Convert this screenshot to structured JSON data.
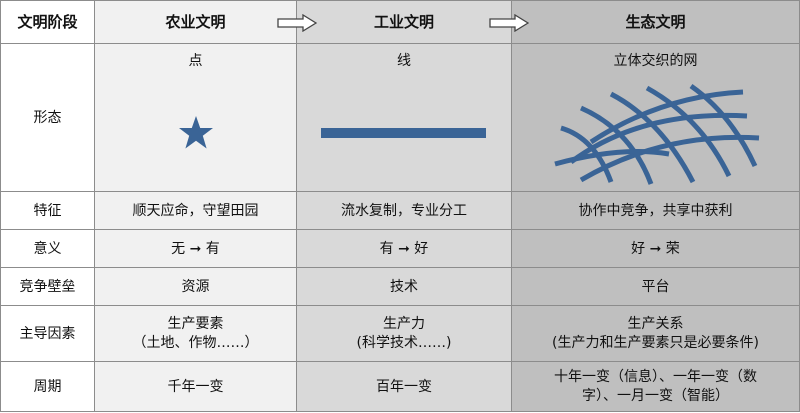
{
  "header": {
    "col0": "文明阶段",
    "col1": "农业文明",
    "col2": "工业文明",
    "col3": "生态文明"
  },
  "rows": {
    "form": {
      "label": "形态",
      "c1": "点",
      "c2": "线",
      "c3": "立体交织的网",
      "icons": [
        "star-icon",
        "line-icon",
        "mesh-icon"
      ]
    },
    "feature": {
      "label": "特征",
      "c1": "顺天应命，守望田园",
      "c2": "流水复制，专业分工",
      "c3": "协作中竞争，共享中获利"
    },
    "meaning": {
      "label": "意义",
      "c1": "无 ➞ 有",
      "c2": "有 ➞ 好",
      "c3": "好 ➞  荣"
    },
    "barrier": {
      "label": "竞争壁垒",
      "c1": "资源",
      "c2": "技术",
      "c3": "平台"
    },
    "factor": {
      "label": "主导因素",
      "c1_line1": "生产要素",
      "c1_line2": "（土地、作物……）",
      "c2_line1": "生产力",
      "c2_line2": "(科学技术……)",
      "c3_line1": "生产关系",
      "c3_line2": "(生产力和生产要素只是必要条件)"
    },
    "cycle": {
      "label": "周期",
      "c1": "千年一变",
      "c2": "百年一变",
      "c3_line1": "十年一变（信息）、一年一变（数",
      "c3_line2": "字）、一月一变（智能）"
    }
  },
  "colors": {
    "accent": "#3a6496",
    "col1_bg": "#f1f1f1",
    "col2_bg": "#d9d9d9",
    "col3_bg": "#bfbfbf",
    "border": "#8c8c8c"
  }
}
